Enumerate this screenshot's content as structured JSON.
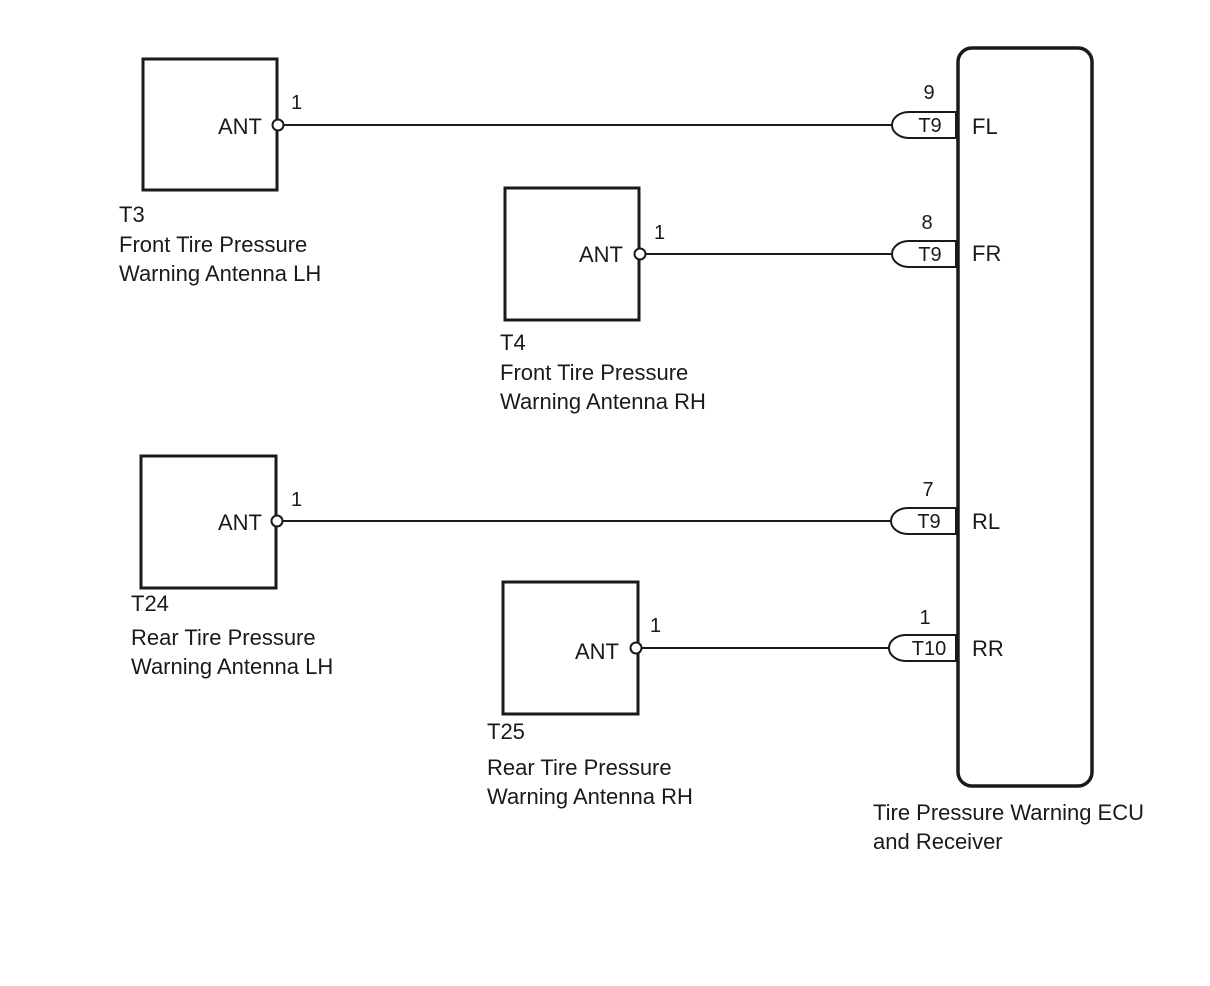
{
  "ecu": {
    "label_line1": "Tire Pressure Warning ECU",
    "label_line2": "and Receiver",
    "terminals": [
      {
        "name": "FL",
        "pin": "9",
        "connector": "T9"
      },
      {
        "name": "FR",
        "pin": "8",
        "connector": "T9"
      },
      {
        "name": "RL",
        "pin": "7",
        "connector": "T9"
      },
      {
        "name": "RR",
        "pin": "1",
        "connector": "T10"
      }
    ]
  },
  "antennas": [
    {
      "terminal": "ANT",
      "pin": "1",
      "code": "T3",
      "name_line1": "Front Tire Pressure",
      "name_line2": "Warning Antenna LH"
    },
    {
      "terminal": "ANT",
      "pin": "1",
      "code": "T4",
      "name_line1": "Front Tire Pressure",
      "name_line2": "Warning Antenna RH"
    },
    {
      "terminal": "ANT",
      "pin": "1",
      "code": "T24",
      "name_line1": "Rear Tire Pressure",
      "name_line2": "Warning Antenna LH"
    },
    {
      "terminal": "ANT",
      "pin": "1",
      "code": "T25",
      "name_line1": "Rear Tire Pressure",
      "name_line2": "Warning Antenna RH"
    }
  ]
}
